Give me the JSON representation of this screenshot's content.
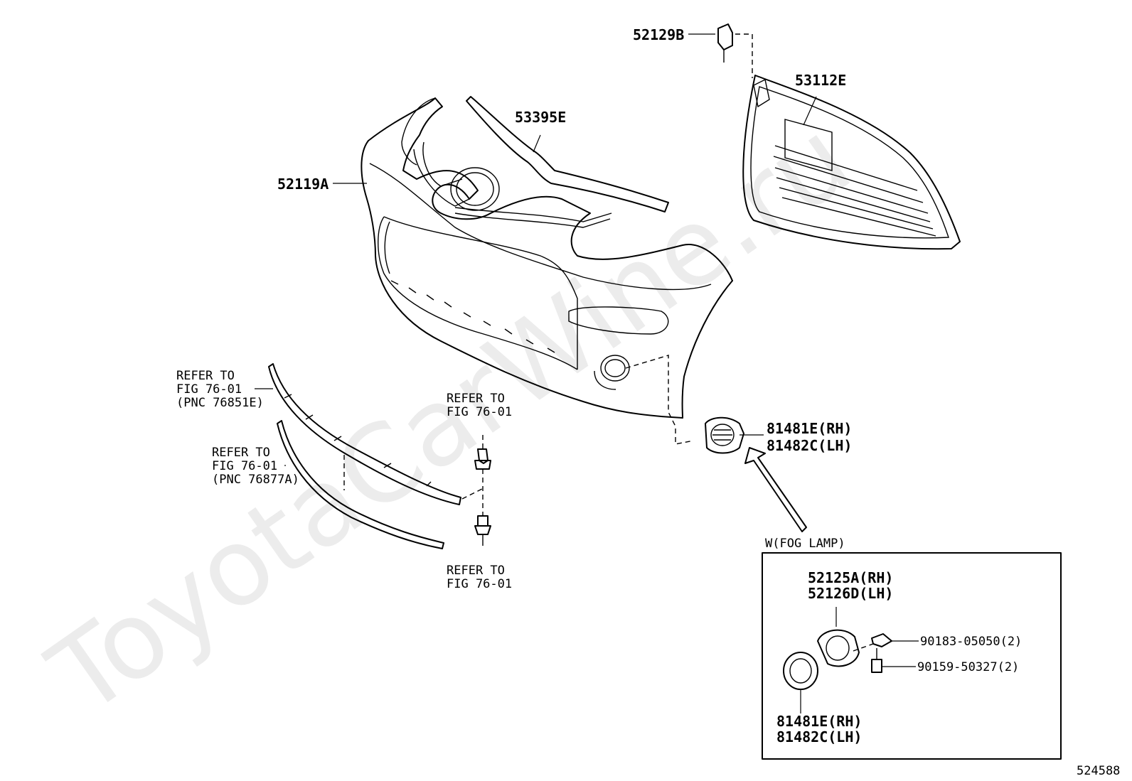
{
  "watermark": "ToyotaCarWine.ru",
  "labels": {
    "p52129b": "52129B",
    "p53112e": "53112E",
    "p53395e": "53395E",
    "p52119a": "52119A",
    "p81481e_rh": "81481E(RH)",
    "p81482c_lh": "81482C(LH)"
  },
  "refer_blocks": {
    "upper_molding": {
      "l1": "REFER TO",
      "l2": "FIG 76-01",
      "l3": "(PNC 76851E)"
    },
    "lower_molding": {
      "l1": "REFER TO",
      "l2": "FIG 76-01",
      "l3": "(PNC 76877A)"
    },
    "clip": {
      "l1": "REFER TO",
      "l2": "FIG 76-01"
    },
    "screw": {
      "l1": "REFER TO",
      "l2": "FIG 76-01"
    }
  },
  "inset": {
    "title": "W(FOG LAMP)",
    "cover_rh": "52125A(RH)",
    "cover_lh": "52126D(LH)",
    "nut": "90183-05050(2)",
    "screw": "90159-50327(2)",
    "lamp_rh": "81481E(RH)",
    "lamp_lh": "81482C(LH)"
  },
  "illustration_id": "524588"
}
